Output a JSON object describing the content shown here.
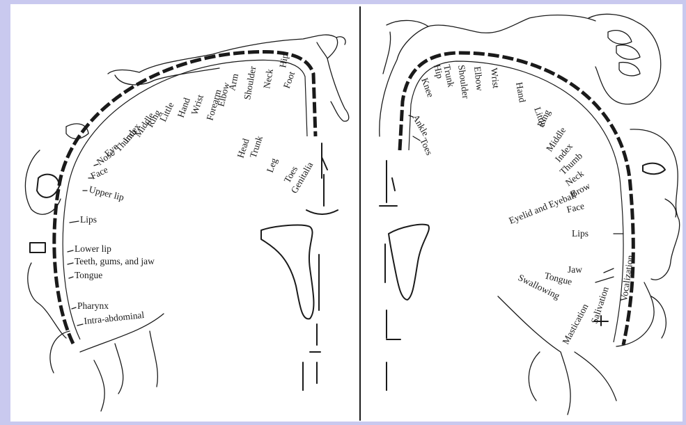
{
  "motor_homunculus": {
    "labels": [
      "Toes",
      "Ankle",
      "Knee",
      "Hip",
      "Trunk",
      "Shoulder",
      "Elbow",
      "Wrist",
      "Hand",
      "Little",
      "Ring",
      "Middle",
      "Index",
      "Thumb",
      "Neck",
      "Brow",
      "Eyelid and Eyeball",
      "Face",
      "Lips",
      "Jaw",
      "Tongue",
      "Swallowing",
      "Mastication",
      "Salivation",
      "Vocalization"
    ]
  },
  "sensory_homunculus": {
    "labels": [
      "Genitalia",
      "Toes",
      "Foot",
      "Leg",
      "Hip",
      "Trunk",
      "Neck",
      "Head",
      "Shoulder",
      "Arm",
      "Elbow",
      "Forearm",
      "Wrist",
      "Hand",
      "Little",
      "Ring",
      "Middle",
      "Index",
      "Thumb",
      "Eye",
      "Nose",
      "Face",
      "Upper lip",
      "Lips",
      "Lower lip",
      "Teeth, gums, and jaw",
      "Tongue",
      "Pharynx",
      "Intra-abdominal"
    ]
  }
}
